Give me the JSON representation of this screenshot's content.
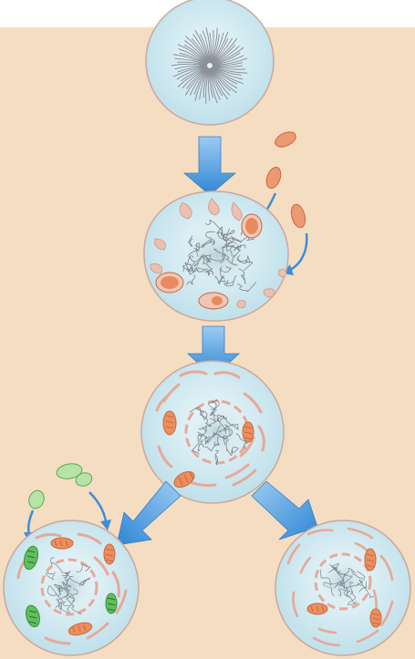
{
  "colors": {
    "background_panel": "#f5ddc2",
    "cell_fill": "#cfe7ee",
    "cell_fill_inner": "#e8f5f8",
    "cell_stroke": "#c7a59b",
    "arrow_blue": "#3a8fd8",
    "arrow_blue_light": "#8fc4ef",
    "membrane_pink": "#e9b7a8",
    "bacterium_orange": "#e8916a",
    "bacterium_orange_dark": "#c9663e",
    "cyanobacterium_green": "#a8dc9a",
    "cyanobacterium_green_dark": "#4ea44a",
    "chromatin": "#8a8f98"
  },
  "diagram": {
    "stages": [
      "ancestral-prokaryote",
      "infolded-membrane-cell-engulfing-aerobes",
      "eukaryote-with-mitochondria",
      "photosynthetic-eukaryote-with-chloroplasts",
      "heterotrophic-eukaryote"
    ],
    "labels": []
  }
}
